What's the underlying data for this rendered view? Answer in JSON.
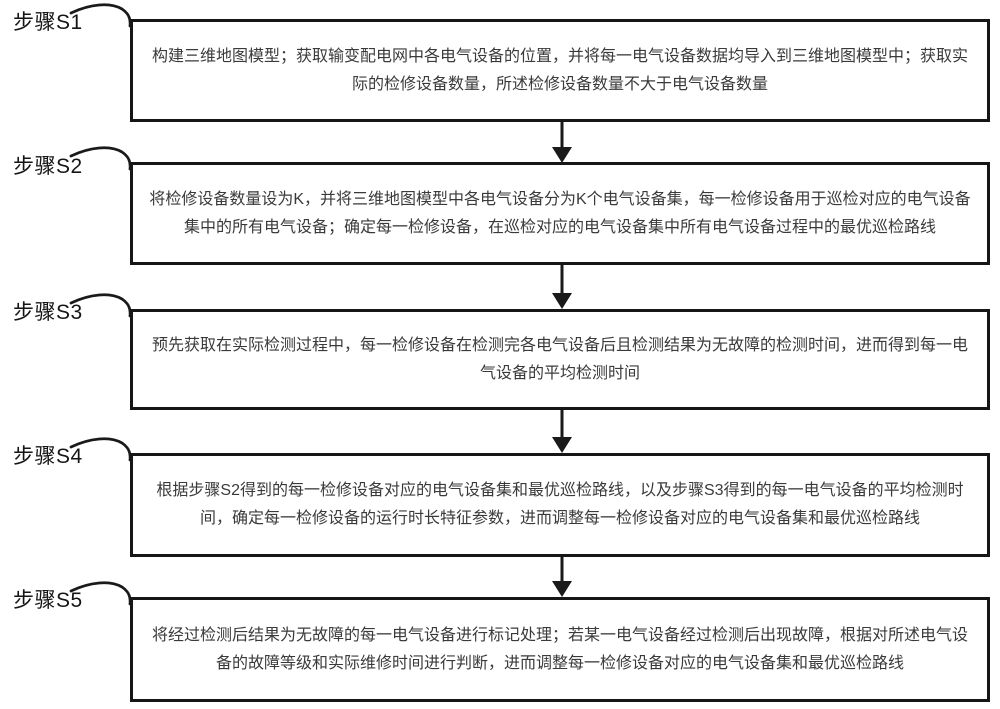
{
  "figure": {
    "type": "flowchart",
    "orientation": "vertical",
    "colors": {
      "ink": "#1a1a1a",
      "box_border": "#161616",
      "box_text": "#3a3a3a",
      "background": "#ffffff"
    }
  },
  "steps": [
    {
      "label": "步骤S1",
      "text": "构建三维地图模型；获取输变配电网中各电气设备的位置，并将每一电气设备数据均导入到三维地图模型中；获取实际的检修设备数量，所述检修设备数量不大于电气设备数量"
    },
    {
      "label": "步骤S2",
      "text": "将检修设备数量设为K，并将三维地图模型中各电气设备分为K个电气设备集，每一检修设备用于巡检对应的电气设备集中的所有电气设备；确定每一检修设备，在巡检对应的电气设备集中所有电气设备过程中的最优巡检路线"
    },
    {
      "label": "步骤S3",
      "text": "预先获取在实际检测过程中，每一检修设备在检测完各电气设备后且检测结果为无故障的检测时间，进而得到每一电气设备的平均检测时间"
    },
    {
      "label": "步骤S4",
      "text": "根据步骤S2得到的每一检修设备对应的电气设备集和最优巡检路线，以及步骤S3得到的每一电气设备的平均检测时间，确定每一检修设备的运行时长特征参数，进而调整每一检修设备对应的电气设备集和最优巡检路线"
    },
    {
      "label": "步骤S5",
      "text": "将经过检测后结果为无故障的每一电气设备进行标记处理；若某一电气设备经过检测后出现故障，根据对所述电气设备的故障等级和实际维修时间进行判断，进而调整每一检修设备对应的电气设备集和最优巡检路线"
    }
  ]
}
